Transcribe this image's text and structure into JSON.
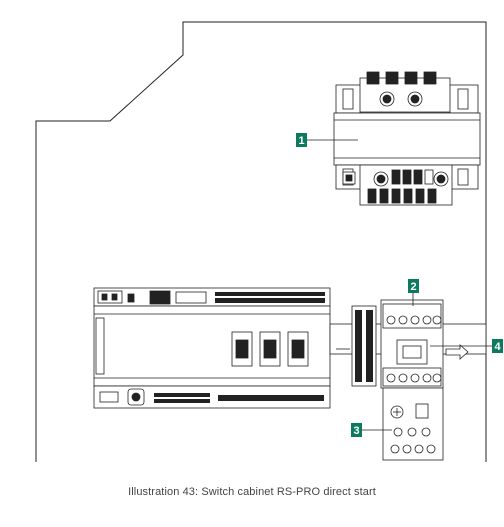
{
  "callouts": [
    {
      "id": "1",
      "label": "1"
    },
    {
      "id": "2",
      "label": "2"
    },
    {
      "id": "3",
      "label": "3"
    },
    {
      "id": "4",
      "label": "4"
    }
  ],
  "caption": "Illustration 43: Switch cabinet RS-PRO direct start",
  "colors": {
    "callout": "#0d7a5f",
    "line": "#222222"
  }
}
